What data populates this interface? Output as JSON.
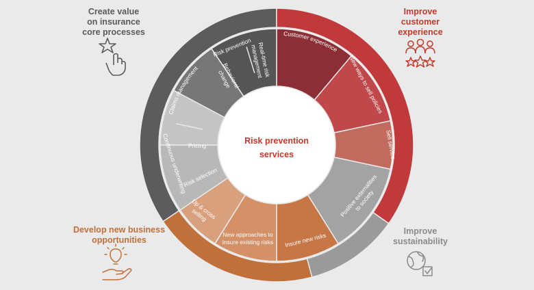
{
  "center": {
    "line1": "Risk prevention",
    "line2": "services"
  },
  "goals": {
    "core": {
      "lines": [
        "Create value",
        "on insurance",
        "core processes"
      ],
      "color": "#5a5a5a",
      "icon": "star-hand-icon"
    },
    "experience": {
      "lines": [
        "Improve",
        "customer",
        "experience"
      ],
      "color": "#c0392b",
      "icon": "people-stars-icon"
    },
    "business": {
      "lines": [
        "Develop new business",
        "opportunities"
      ],
      "color": "#c0703a",
      "icon": "bulb-hand-icon"
    },
    "sustainability": {
      "lines": [
        "Improve",
        "sustainability"
      ],
      "color": "#8a8a8a",
      "icon": "globe-check-icon"
    }
  },
  "segments": {
    "customer_experience": "Customer experience",
    "new_ways": "New ways to sell policies",
    "sell_service": "Sell service",
    "positive_ext": [
      "Positive externalities",
      "to society"
    ],
    "insure_new": "Insure new risks",
    "new_approaches": [
      "New approaches to",
      "insure existing risks"
    ],
    "up_cross": [
      "Up & cross",
      "selling"
    ],
    "risk_selection": "Risk selection",
    "pricing": "Pricing",
    "continuous": "Continuous underwriting",
    "claims": "Claims management",
    "risk_prevention": "Risk prevention",
    "behavioral": [
      "Behavioral",
      "change"
    ],
    "realtime": [
      "Real-time risk",
      "management"
    ]
  },
  "colors": {
    "outer_gray": "#5c5c5c",
    "outer_red": "#c0393b",
    "outer_orange": "#c0703a",
    "outer_lightgray": "#9a9a9a",
    "red_dark": "#8b2e35",
    "red_mid": "#c0474a",
    "red_light": "#c06b5e",
    "gray_positive": "#a3a3a3",
    "orange_dark": "#c77646",
    "orange_mid": "#d49066",
    "orange_light": "#d9a07e",
    "lightgray_1": "#b8b8b8",
    "lightgray_2": "#c4c4c4",
    "midgray": "#777777",
    "darkgray": "#555555"
  }
}
